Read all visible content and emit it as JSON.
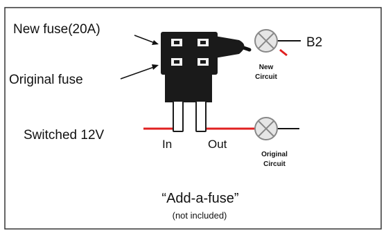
{
  "labels": {
    "new_fuse": "New fuse(20A)",
    "original_fuse": "Original fuse",
    "switched": "Switched 12V",
    "in": "In",
    "out": "Out",
    "b2": "B2",
    "new_circuit_line1": "New",
    "new_circuit_line2": "Circuit",
    "original_circuit_line1": "Original",
    "original_circuit_line2": "Circuit",
    "caption": "“Add-a-fuse”",
    "caption_sub": "(not included)"
  },
  "colors": {
    "frame": "#333333",
    "fuse_body": "#1a1a1a",
    "wire_red": "#e02020",
    "wire_black": "#111111",
    "bulb_fill": "#e6e6e6",
    "bulb_stroke": "#888888"
  }
}
